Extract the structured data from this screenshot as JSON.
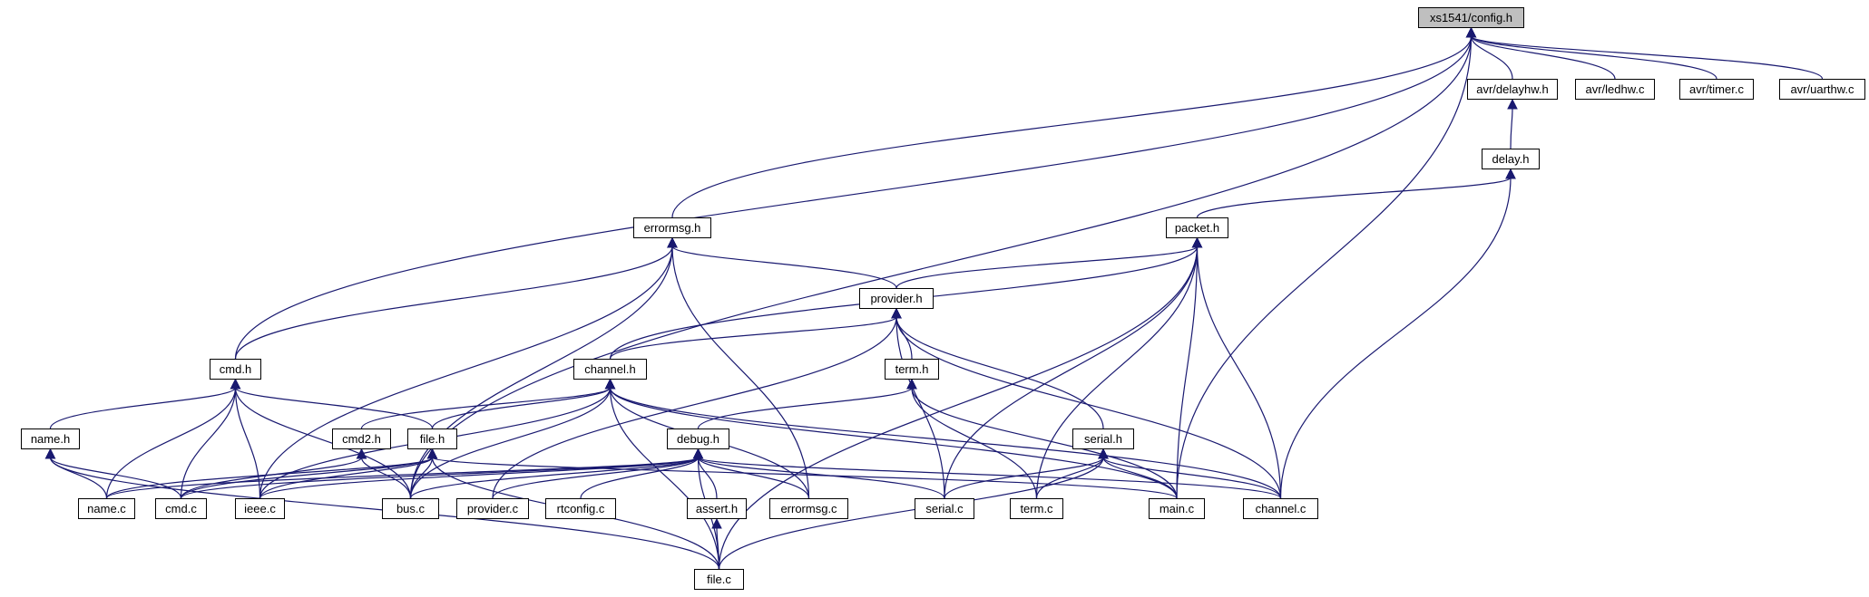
{
  "diagram": {
    "root": "xs1541/config.h",
    "colors": {
      "edge": "#191970",
      "root_fill": "#bfbfbf",
      "node_fill": "#ffffff",
      "node_border": "#000000"
    },
    "nodes": [
      {
        "id": "config_h",
        "label": "xs1541/config.h",
        "root": true
      },
      {
        "id": "delayhw_h",
        "label": "avr/delayhw.h"
      },
      {
        "id": "ledhw_c",
        "label": "avr/ledhw.c"
      },
      {
        "id": "timer_c",
        "label": "avr/timer.c"
      },
      {
        "id": "uarthw_c",
        "label": "avr/uarthw.c"
      },
      {
        "id": "delay_h",
        "label": "delay.h"
      },
      {
        "id": "errormsg_h",
        "label": "errormsg.h"
      },
      {
        "id": "packet_h",
        "label": "packet.h"
      },
      {
        "id": "provider_h",
        "label": "provider.h"
      },
      {
        "id": "cmd_h",
        "label": "cmd.h"
      },
      {
        "id": "channel_h",
        "label": "channel.h"
      },
      {
        "id": "term_h",
        "label": "term.h"
      },
      {
        "id": "name_h",
        "label": "name.h"
      },
      {
        "id": "cmd2_h",
        "label": "cmd2.h"
      },
      {
        "id": "file_h",
        "label": "file.h"
      },
      {
        "id": "debug_h",
        "label": "debug.h"
      },
      {
        "id": "serial_h",
        "label": "serial.h"
      },
      {
        "id": "name_c",
        "label": "name.c"
      },
      {
        "id": "cmd_c",
        "label": "cmd.c"
      },
      {
        "id": "ieee_c",
        "label": "ieee.c"
      },
      {
        "id": "bus_c",
        "label": "bus.c"
      },
      {
        "id": "provider_c",
        "label": "provider.c"
      },
      {
        "id": "rtconfig_c",
        "label": "rtconfig.c"
      },
      {
        "id": "assert_h",
        "label": "assert.h"
      },
      {
        "id": "errormsg_c",
        "label": "errormsg.c"
      },
      {
        "id": "serial_c",
        "label": "serial.c"
      },
      {
        "id": "term_c",
        "label": "term.c"
      },
      {
        "id": "main_c",
        "label": "main.c"
      },
      {
        "id": "channel_c",
        "label": "channel.c"
      },
      {
        "id": "file_c",
        "label": "file.c"
      }
    ],
    "edges": [
      [
        "delayhw_h",
        "config_h"
      ],
      [
        "ledhw_c",
        "config_h"
      ],
      [
        "timer_c",
        "config_h"
      ],
      [
        "uarthw_c",
        "config_h"
      ],
      [
        "errormsg_h",
        "config_h"
      ],
      [
        "cmd_h",
        "config_h"
      ],
      [
        "bus_c",
        "config_h"
      ],
      [
        "main_c",
        "config_h"
      ],
      [
        "delay_h",
        "delayhw_h"
      ],
      [
        "packet_h",
        "delay_h"
      ],
      [
        "channel_c",
        "delay_h"
      ],
      [
        "provider_h",
        "errormsg_h"
      ],
      [
        "cmd_h",
        "errormsg_h"
      ],
      [
        "ieee_c",
        "errormsg_h"
      ],
      [
        "bus_c",
        "errormsg_h"
      ],
      [
        "errormsg_c",
        "errormsg_h"
      ],
      [
        "provider_h",
        "packet_h"
      ],
      [
        "channel_h",
        "packet_h"
      ],
      [
        "serial_c",
        "packet_h"
      ],
      [
        "term_c",
        "packet_h"
      ],
      [
        "main_c",
        "packet_h"
      ],
      [
        "channel_c",
        "packet_h"
      ],
      [
        "file_c",
        "packet_h"
      ],
      [
        "channel_h",
        "provider_h"
      ],
      [
        "term_h",
        "provider_h"
      ],
      [
        "serial_h",
        "provider_h"
      ],
      [
        "provider_c",
        "provider_h"
      ],
      [
        "serial_c",
        "provider_h"
      ],
      [
        "channel_c",
        "provider_h"
      ],
      [
        "name_h",
        "cmd_h"
      ],
      [
        "file_h",
        "cmd_h"
      ],
      [
        "cmd_c",
        "cmd_h"
      ],
      [
        "ieee_c",
        "cmd_h"
      ],
      [
        "bus_c",
        "cmd_h"
      ],
      [
        "name_c",
        "cmd_h"
      ],
      [
        "cmd2_h",
        "channel_h"
      ],
      [
        "file_h",
        "channel_h"
      ],
      [
        "ieee_c",
        "channel_h"
      ],
      [
        "bus_c",
        "channel_h"
      ],
      [
        "errormsg_c",
        "channel_h"
      ],
      [
        "file_c",
        "channel_h"
      ],
      [
        "main_c",
        "channel_h"
      ],
      [
        "channel_c",
        "channel_h"
      ],
      [
        "debug_h",
        "term_h"
      ],
      [
        "term_c",
        "term_h"
      ],
      [
        "main_c",
        "term_h"
      ],
      [
        "name_c",
        "name_h"
      ],
      [
        "cmd_c",
        "name_h"
      ],
      [
        "file_c",
        "name_h"
      ],
      [
        "cmd_c",
        "cmd2_h"
      ],
      [
        "bus_c",
        "cmd2_h"
      ],
      [
        "cmd_c",
        "file_h"
      ],
      [
        "ieee_c",
        "file_h"
      ],
      [
        "bus_c",
        "file_h"
      ],
      [
        "name_c",
        "file_h"
      ],
      [
        "main_c",
        "file_h"
      ],
      [
        "file_c",
        "file_h"
      ],
      [
        "name_c",
        "debug_h"
      ],
      [
        "cmd_c",
        "debug_h"
      ],
      [
        "ieee_c",
        "debug_h"
      ],
      [
        "bus_c",
        "debug_h"
      ],
      [
        "provider_c",
        "debug_h"
      ],
      [
        "rtconfig_c",
        "debug_h"
      ],
      [
        "assert_h",
        "debug_h"
      ],
      [
        "errormsg_c",
        "debug_h"
      ],
      [
        "serial_c",
        "debug_h"
      ],
      [
        "channel_c",
        "debug_h"
      ],
      [
        "file_c",
        "debug_h"
      ],
      [
        "serial_c",
        "serial_h"
      ],
      [
        "term_c",
        "serial_h"
      ],
      [
        "main_c",
        "serial_h"
      ],
      [
        "channel_c",
        "serial_h"
      ],
      [
        "file_c",
        "serial_h"
      ],
      [
        "file_c",
        "assert_h"
      ]
    ]
  }
}
